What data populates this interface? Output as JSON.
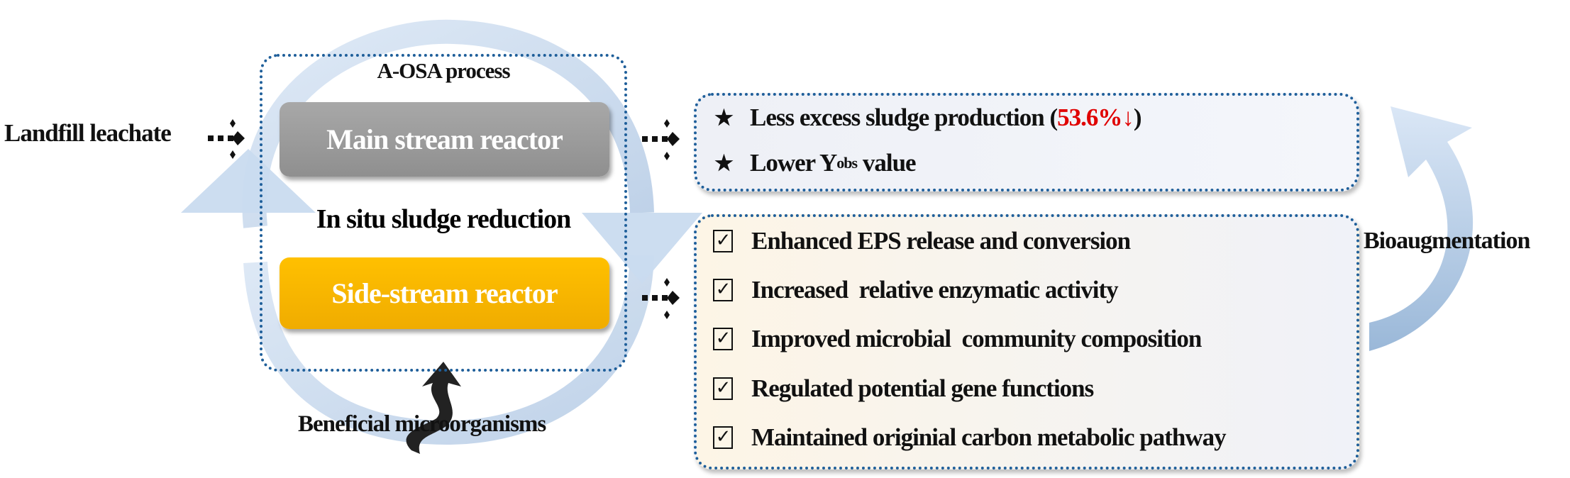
{
  "left": {
    "input_label": "Landfill leachate",
    "process_title": "A-OSA process",
    "main_reactor": "Main stream reactor",
    "middle_label": "In situ sludge reduction",
    "side_reactor": "Side-stream reactor",
    "bottom_label": "Beneficial microorganisms"
  },
  "outcomes": {
    "item1_prefix": "Less excess sludge production (",
    "item1_value": "53.6%",
    "item1_arrow": "↓",
    "item1_suffix": ")",
    "item2_prefix": "Lower Y",
    "item2_sub": "obs",
    "item2_suffix": " value"
  },
  "mechanisms": [
    "Enhanced EPS release and conversion",
    "Increased  relative enzymatic activity",
    "Improved microbial  community composition",
    "Regulated potential gene functions",
    "Maintained originial carbon metabolic pathway"
  ],
  "right_label": "Bioaugmentation",
  "icons": {
    "star": "★",
    "check": "✓"
  },
  "colors": {
    "main_reactor": "#a6a6a6",
    "side_reactor": "#ffc000",
    "highlight": "#e00000",
    "dotted_border": "#1f5f9a"
  }
}
